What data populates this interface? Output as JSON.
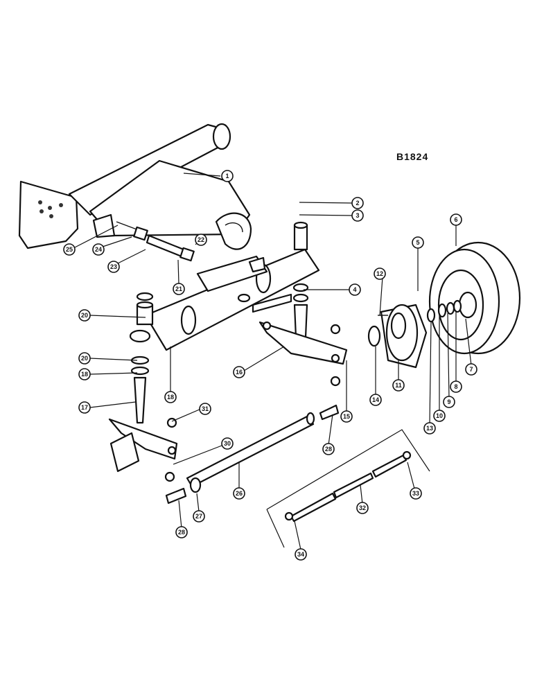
{
  "drawing": {
    "reference_code": "B1824"
  },
  "callouts": [
    {
      "id": "c1",
      "label": "1"
    },
    {
      "id": "c2",
      "label": "2"
    },
    {
      "id": "c3",
      "label": "3"
    },
    {
      "id": "c4",
      "label": "4"
    },
    {
      "id": "c5",
      "label": "5"
    },
    {
      "id": "c6",
      "label": "6"
    },
    {
      "id": "c7",
      "label": "7"
    },
    {
      "id": "c8",
      "label": "8"
    },
    {
      "id": "c9",
      "label": "9"
    },
    {
      "id": "c10",
      "label": "10"
    },
    {
      "id": "c11",
      "label": "11"
    },
    {
      "id": "c12",
      "label": "12"
    },
    {
      "id": "c13",
      "label": "13"
    },
    {
      "id": "c14",
      "label": "14"
    },
    {
      "id": "c15",
      "label": "15"
    },
    {
      "id": "c16",
      "label": "16"
    },
    {
      "id": "c17",
      "label": "17"
    },
    {
      "id": "c18a",
      "label": "18"
    },
    {
      "id": "c18b",
      "label": "18"
    },
    {
      "id": "c20a",
      "label": "20"
    },
    {
      "id": "c20b",
      "label": "20"
    },
    {
      "id": "c21",
      "label": "21"
    },
    {
      "id": "c22",
      "label": "22"
    },
    {
      "id": "c23",
      "label": "23"
    },
    {
      "id": "c24",
      "label": "24"
    },
    {
      "id": "c25",
      "label": "25"
    },
    {
      "id": "c26",
      "label": "26"
    },
    {
      "id": "c27",
      "label": "27"
    },
    {
      "id": "c28a",
      "label": "28"
    },
    {
      "id": "c28b",
      "label": "28"
    },
    {
      "id": "c30",
      "label": "30"
    },
    {
      "id": "c31",
      "label": "31"
    },
    {
      "id": "c32",
      "label": "32"
    },
    {
      "id": "c33",
      "label": "33"
    },
    {
      "id": "c34",
      "label": "34"
    }
  ]
}
